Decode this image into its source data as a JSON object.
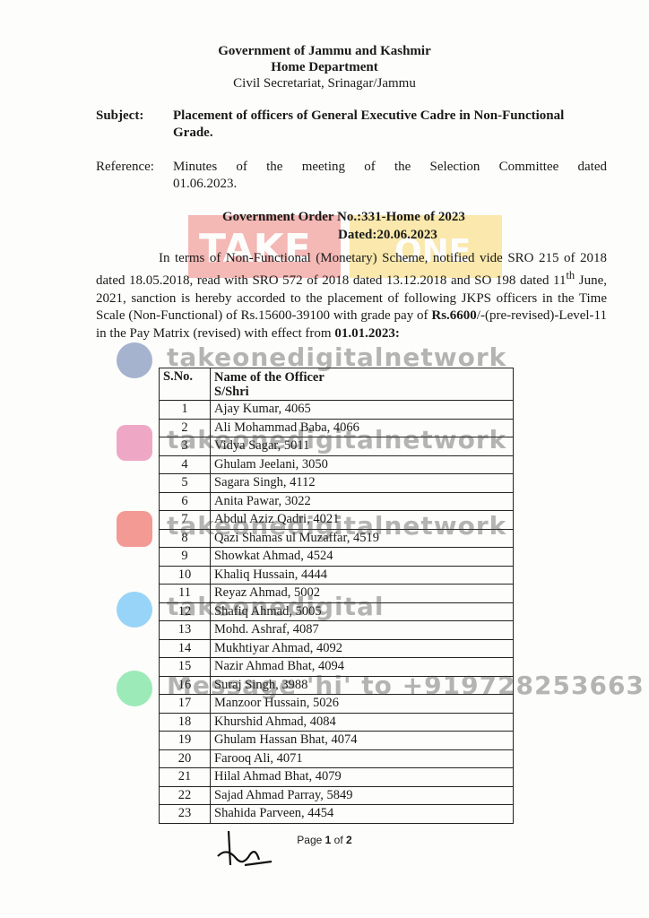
{
  "header": {
    "line1": "Government of Jammu and Kashmir",
    "line2": "Home Department",
    "line3": "Civil Secretariat, Srinagar/Jammu"
  },
  "subject": {
    "label": "Subject:",
    "text": "Placement of officers of General Executive Cadre in Non-Functional Grade."
  },
  "reference": {
    "label": "Reference:",
    "line1": "Minutes of the meeting of the Selection Committee dated",
    "line2": "01.06.2023."
  },
  "order": {
    "title": "Government Order No.:331-Home of 2023",
    "date": "Dated:20.06.2023"
  },
  "paragraph": {
    "part1": "In terms of Non-Functional (Monetary) Scheme, notified vide SRO 215 of 2018 dated 18.05.2018, read with SRO 572 of 2018 dated 13.12.2018 and SO 198 dated 11",
    "sup": "th",
    "part2": " June, 2021, sanction is hereby accorded to the placement of following JKPS officers in the Time Scale (Non-Functional) of Rs.15600-39100 with grade pay of ",
    "bold1": "Rs.6600",
    "part3": "/-(pre-revised)-Level-11 in the Pay Matrix (revised) with effect from ",
    "bold2": "01.01.2023:"
  },
  "table": {
    "col_sno": "S.No.",
    "col_name": "Name of the Officer",
    "col_name_sub": "S/Shri",
    "rows": [
      {
        "sno": "1",
        "name": "Ajay Kumar, 4065"
      },
      {
        "sno": "2",
        "name": "Ali Mohammad Baba, 4066"
      },
      {
        "sno": "3",
        "name": "Vidya Sagar, 5011"
      },
      {
        "sno": "4",
        "name": "Ghulam Jeelani, 3050"
      },
      {
        "sno": "5",
        "name": "Sagara Singh, 4112"
      },
      {
        "sno": "6",
        "name": "Anita Pawar, 3022"
      },
      {
        "sno": "7",
        "name": "Abdul Aziz Qadri, 4021"
      },
      {
        "sno": "8",
        "name": "Qazi Shamas ul Muzaffar, 4519"
      },
      {
        "sno": "9",
        "name": "Showkat Ahmad, 4524"
      },
      {
        "sno": "10",
        "name": "Khaliq Hussain, 4444"
      },
      {
        "sno": "11",
        "name": "Reyaz Ahmad, 5002"
      },
      {
        "sno": "12",
        "name": "Shafiq Ahmad, 5005"
      },
      {
        "sno": "13",
        "name": "Mohd. Ashraf, 4087"
      },
      {
        "sno": "14",
        "name": "Mukhtiyar Ahmad, 4092"
      },
      {
        "sno": "15",
        "name": "Nazir Ahmad Bhat, 4094"
      },
      {
        "sno": "16",
        "name": "Suraj Singh, 3988"
      },
      {
        "sno": "17",
        "name": "Manzoor Hussain, 5026"
      },
      {
        "sno": "18",
        "name": "Khurshid Ahmad, 4084"
      },
      {
        "sno": "19",
        "name": "Ghulam Hassan Bhat, 4074"
      },
      {
        "sno": "20",
        "name": "Farooq Ali, 4071"
      },
      {
        "sno": "21",
        "name": "Hilal Ahmad Bhat, 4079"
      },
      {
        "sno": "22",
        "name": "Sajad Ahmad Parray, 5849"
      },
      {
        "sno": "23",
        "name": "Shahida Parveen, 4454"
      }
    ]
  },
  "footer": {
    "page_prefix": "Page ",
    "page_current": "1",
    "page_of": " of ",
    "page_total": "2"
  },
  "watermark": {
    "logo_text": "TAKE",
    "logo_text2": "ONE",
    "line_fb": "takeonedigitalnetwork",
    "line_ig": "takeonedigitalnetwork",
    "line_yt": "takeonedigitalnetwork",
    "line_tw": "takeonedigital",
    "line_wa": "Message 'hi' to +919728253663",
    "icons": [
      "facebook-icon",
      "instagram-icon",
      "youtube-icon",
      "twitter-icon",
      "whatsapp-icon"
    ]
  },
  "colors": {
    "logo_red": "#e53935",
    "logo_yellow": "#f6c21c",
    "watermark_gray": "#606060"
  }
}
